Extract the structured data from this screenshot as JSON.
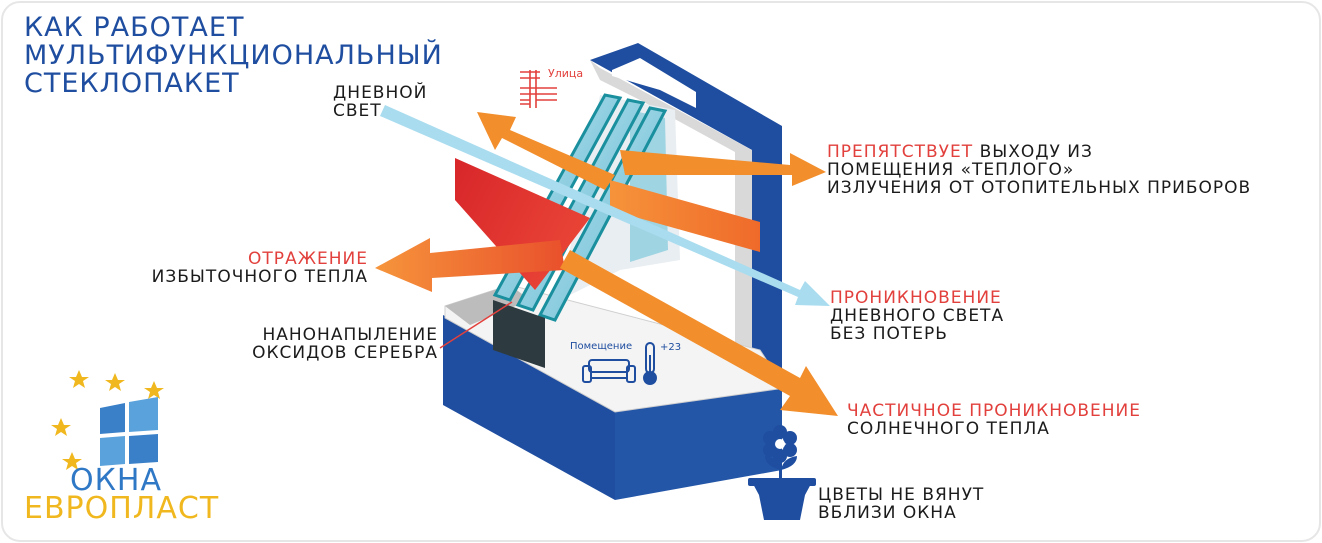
{
  "title": {
    "line1": "КАК РАБОТАЕТ",
    "line2": "МУЛЬТИФУНКЦИОНАЛЬНЫЙ",
    "line3": "СТЕКЛОПАКЕТ"
  },
  "labels": {
    "daylight_line1": "ДНЕВНОЙ",
    "daylight_line2": "СВЕТ",
    "street": "Улица",
    "blocks_highlight": "ПРЕПЯТСТВУЕТ",
    "blocks_line1_rest": " ВЫХОДУ ИЗ",
    "blocks_line2": "ПОМЕЩЕНИЯ «ТЕПЛОГО»",
    "blocks_line3": "ИЗЛУЧЕНИЯ ОТ ОТОПИТЕЛЬНЫХ ПРИБОРОВ",
    "reflection_highlight": "ОТРАЖЕНИЕ",
    "reflection_line2": "ИЗБЫТОЧНОГО ТЕПЛА",
    "light_pen_highlight": "ПРОНИКНОВЕНИЕ",
    "light_pen_line2": "ДНЕВНОГО СВЕТА",
    "light_pen_line3": "БЕЗ ПОТЕРЬ",
    "nano_line1": "НАНОНАПЫЛЕНИЕ",
    "nano_line2": "ОКСИДОВ СЕРЕБРА",
    "room": "Помещение",
    "temperature": "+23",
    "partial_highlight": "ЧАСТИЧНОЕ ПРОНИКНОВЕНИЕ",
    "partial_line2": "СОЛНЕЧНОГО ТЕПЛА",
    "flowers_line1": "ЦВЕТЫ НЕ ВЯНУТ",
    "flowers_line2": "ВБЛИЗИ ОКНА"
  },
  "logo": {
    "line1": "ОКНА",
    "line2": "ЕВРОПЛАСТ"
  },
  "colors": {
    "accent_red": "#e2403c",
    "brand_blue": "#1f4ea0",
    "arrow_orange": "#f28e2c",
    "light_blue": "#a9dcef",
    "star_yellow": "#f0b81e"
  }
}
